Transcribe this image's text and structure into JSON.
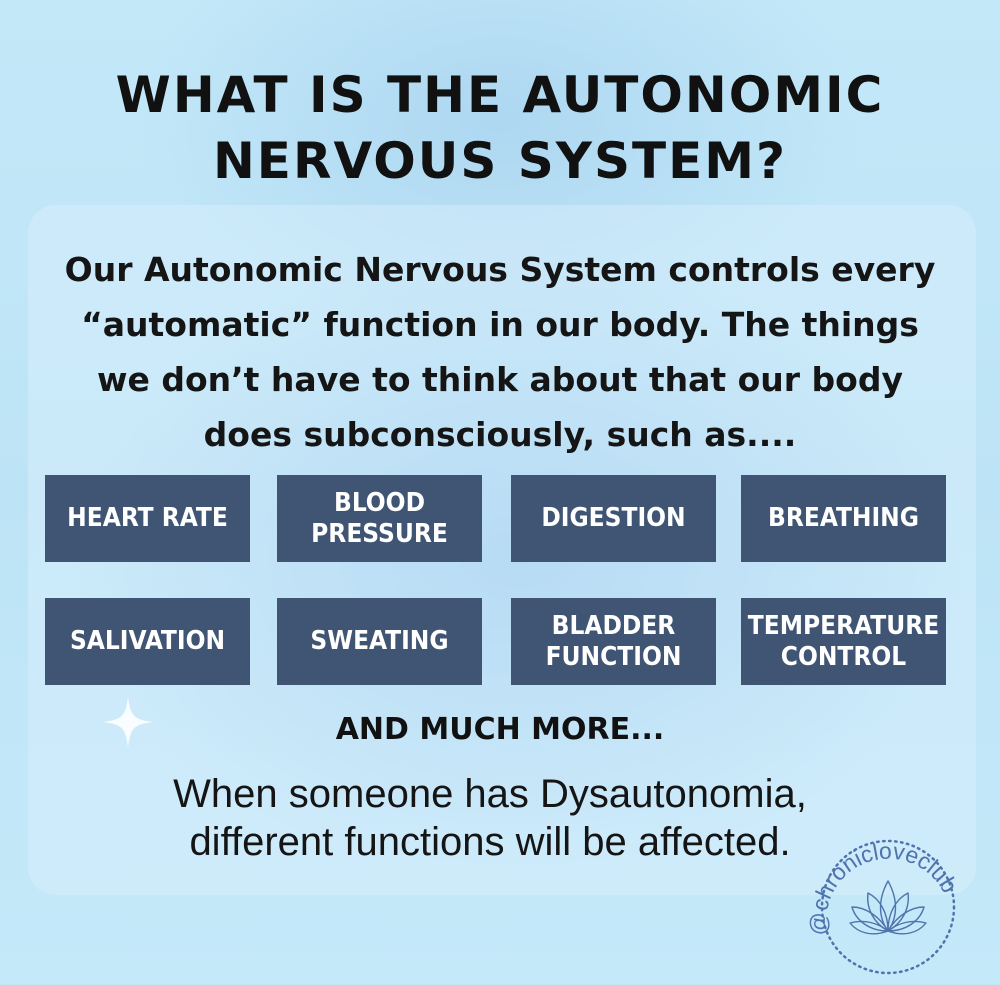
{
  "title": {
    "line1": "WHAT IS THE AUTONOMIC",
    "line2": "NERVOUS SYSTEM?"
  },
  "intro": {
    "line1": "Our Autonomic Nervous System controls every",
    "line2": "“automatic” function in our body. The things",
    "line3": "we don’t have to think about that our body",
    "line4": "does subconsciously, such as...."
  },
  "functions": [
    {
      "line1": "HEART RATE",
      "line2": ""
    },
    {
      "line1": "BLOOD",
      "line2": "PRESSURE"
    },
    {
      "line1": "DIGESTION",
      "line2": ""
    },
    {
      "line1": "BREATHING",
      "line2": ""
    },
    {
      "line1": "SALIVATION",
      "line2": ""
    },
    {
      "line1": "SWEATING",
      "line2": ""
    },
    {
      "line1": "BLADDER",
      "line2": "FUNCTION"
    },
    {
      "line1": "TEMPERATURE",
      "line2": "CONTROL"
    }
  ],
  "more": "AND MUCH MORE...",
  "closing": {
    "line1": "When someone has Dysautonomia,",
    "line2": "different functions will be affected."
  },
  "logo": {
    "text": "@chronicloveclub",
    "icon": "lotus-icon"
  },
  "colors": {
    "background": "#bfe6f7",
    "tile": "#3f5573",
    "tile_text": "#ffffff",
    "logo": "#4f74ad"
  },
  "icons": {
    "sparkle": "sparkle-icon",
    "lotus": "lotus-icon"
  }
}
